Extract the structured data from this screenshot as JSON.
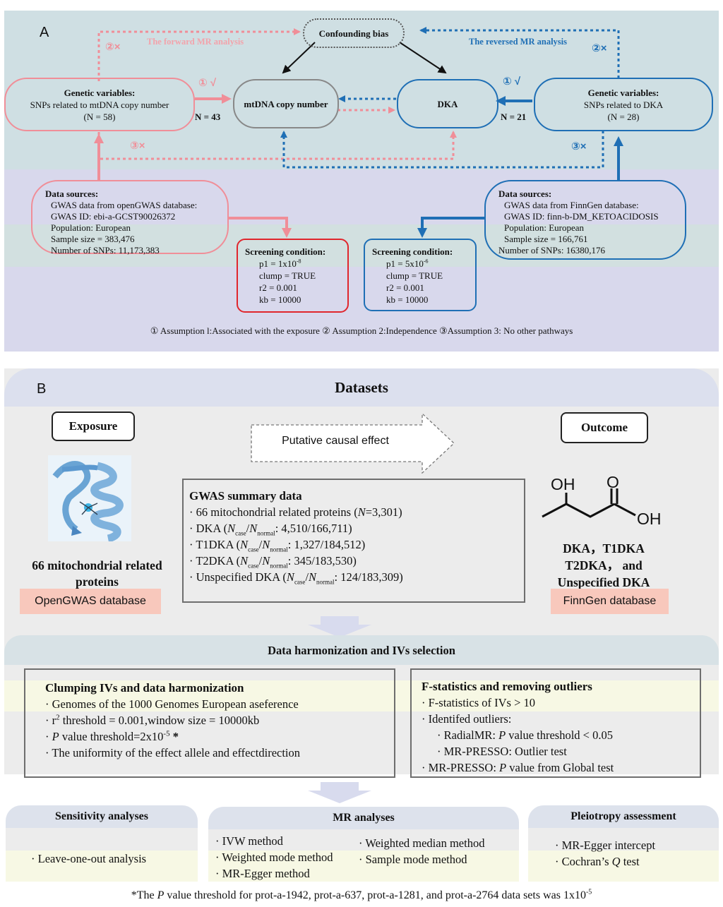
{
  "panel_a": {
    "label": "A",
    "confounding": "Confounding bias",
    "forward_analysis": "The forward MR analysis",
    "reversed_analysis": "The reversed MR analysis",
    "forward_mark2": "②×",
    "forward_mark1": "① √",
    "forward_mark3": "③×",
    "reverse_mark2": "②×",
    "reverse_mark1": "① √",
    "reverse_mark3": "③×",
    "left_gv": {
      "title": "Genetic variables:",
      "line1": "SNPs related to mtDNA copy number",
      "line2": "(N = 58)"
    },
    "right_gv": {
      "title": "Genetic variables:",
      "line1": "SNPs related to DKA",
      "line2": "(N = 28)"
    },
    "n_left": "N = 43",
    "n_right": "N = 21",
    "mtdna": "mtDNA copy number",
    "dka": "DKA",
    "left_src": {
      "title": "Data sources:",
      "l1": "GWAS data from openGWAS database:",
      "l2": "GWAS ID: ebi-a-GCST90026372",
      "l3": "Population: European",
      "l4": "Sample size = 383,476",
      "l5": "Number of SNPs: 11,173,383"
    },
    "right_src": {
      "title": "Data sources:",
      "l1": "GWAS data from FinnGen database:",
      "l2": "GWAS ID: finn-b-DM_KETOACIDOSIS",
      "l3": "Population: European",
      "l4": "Sample size = 166,761",
      "l5": "Number of SNPs: 16380,176"
    },
    "left_screen": {
      "title": "Screening condition:",
      "p1_base": "p1 = 1x10",
      "p1_exp": "-8",
      "clump": "clump = TRUE",
      "r2": "r2 = 0.001",
      "kb": "kb = 10000"
    },
    "right_screen": {
      "title": "Screening condition:",
      "p1_base": "p1 = 5x10",
      "p1_exp": "-6",
      "clump": "clump = TRUE",
      "r2": "r2 = 0.001",
      "kb": "kb = 10000"
    },
    "assumptions": "① Assumption l:Associated with the exposure ② Assumption 2:Independence ③Assumption 3: No other pathways",
    "colors": {
      "pink": "#f08e98",
      "blue": "#1f6fb5",
      "red": "#e0262d"
    }
  },
  "panel_b": {
    "label": "B",
    "datasets": "Datasets",
    "exposure": "Exposure",
    "outcome": "Outcome",
    "putative": "Putative causal effect",
    "exposure_desc1": "66 mitochondrial related",
    "exposure_desc2": "proteins",
    "opengwas": "OpenGWAS database",
    "finngen": "FinnGen database",
    "outcome_desc1": "DKA，T1DKA",
    "outcome_desc2": "T2DKA， and",
    "outcome_desc3": "Unspecified DKA",
    "chem_oh1": "OH",
    "chem_o": "O",
    "chem_oh2": "OH",
    "gwas": {
      "title": "GWAS summary data",
      "l1_pre": "· 66 mitochondrial related proteins (",
      "l1_n": "N",
      "l1_post": "=3,301)",
      "l2_pre": "· DKA (",
      "l2_post": ": 4,510/166,711)",
      "l3_pre": "· T1DKA (",
      "l3_post": ": 1,327/184,512)",
      "l4_pre": "· T2DKA (",
      "l4_post": ": 345/183,530)",
      "l5_pre": "· Unspecified DKA (",
      "l5_post": ": 124/183,309)",
      "n_letter": "N",
      "case": "case",
      "normal": "normal",
      "slash": "/"
    },
    "harmonization_title": "Data harmonization and IVs selection",
    "clumping": {
      "title": "Clumping IVs and data harmonization",
      "l1": "· Genomes of  the 1000 Genomes European aseference",
      "l2_pre": "· r",
      "l2_sup": "2",
      "l2_post": " threshold = 0.001,window size = 10000kb",
      "l3_pre": "· ",
      "l3_p": "P",
      "l3_mid": " value threshold=2x10",
      "l3_sup": "-5",
      "l3_star": " *",
      "l4": "· The uniformity of the effect allele and effectdirection"
    },
    "fstat": {
      "title": "F-statistics and removing outliers",
      "l1": "· F-statistics of IVs > 10",
      "l2": "· Identifed outliers:",
      "l3_pre": "  · RadialMR: ",
      "l3_p": "P",
      "l3_post": " value threshold < 0.05",
      "l4": "  · MR-PRESSO: Outlier test",
      "l5_pre": "· MR-PRESSO: ",
      "l5_p": "P",
      "l5_post": " value from Global test"
    },
    "sensitivity": {
      "title": "Sensitivity analyses",
      "l1": "· Leave-one-out analysis"
    },
    "mr": {
      "title": "MR analyses",
      "l1": "· IVW method",
      "l2": "· Weighted mode method",
      "l3": "· MR-Egger method",
      "r1": "· Weighted median method",
      "r2": "· Sample mode method"
    },
    "pleiotropy": {
      "title": "Pleiotropy assessment",
      "l1": "· MR-Egger intercept",
      "l2_pre": "· Cochran’s ",
      "l2_q": "Q",
      "l2_post": " test"
    },
    "footnote_pre": "*The ",
    "footnote_p": "P",
    "footnote_mid": " value threshold for prot-a-1942, prot-a-637, prot-a-1281, and prot-a-2764 data sets was 1x10",
    "footnote_sup": "-5"
  }
}
